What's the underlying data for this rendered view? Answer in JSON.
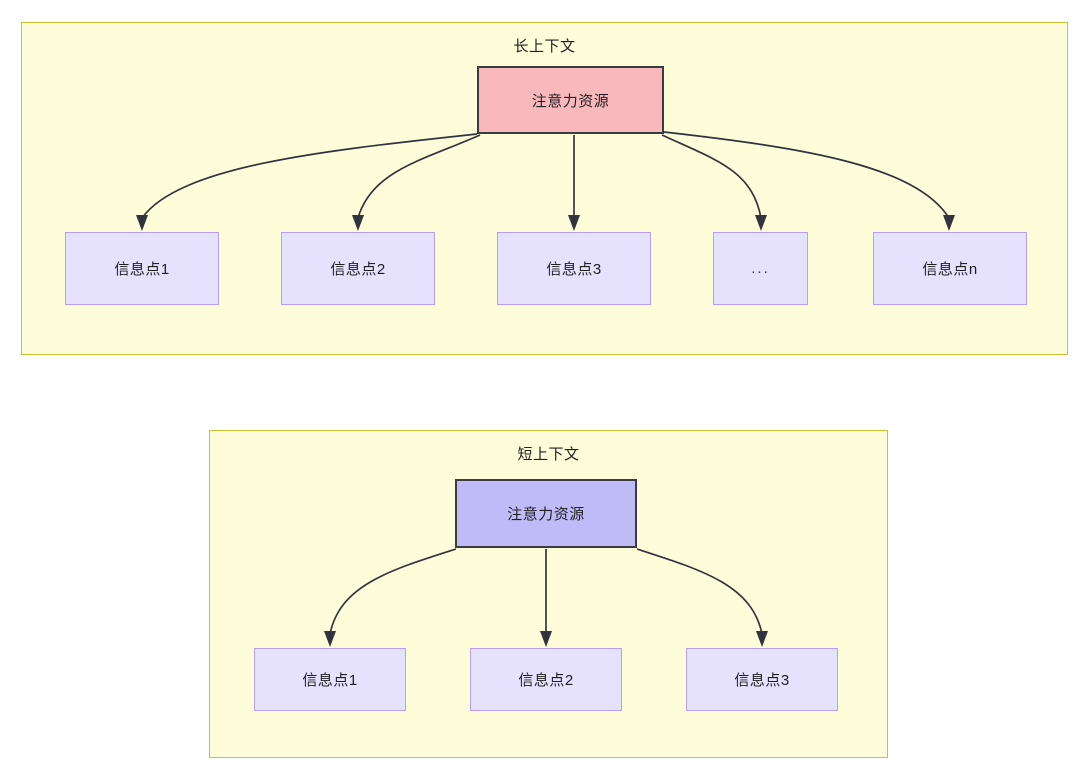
{
  "diagram": {
    "type": "tree-comparison",
    "panels": [
      {
        "id": "long-context",
        "title": "长上下文",
        "root": {
          "label": "注意力资源",
          "fill": "#f9b8bc",
          "stroke": "#3b3b44"
        },
        "leaves": [
          {
            "label": "信息点1"
          },
          {
            "label": "信息点2"
          },
          {
            "label": "信息点3"
          },
          {
            "label": "..."
          },
          {
            "label": "信息点n"
          }
        ],
        "leaf_fill": "#e6e1fc",
        "leaf_stroke": "#b79ef0"
      },
      {
        "id": "short-context",
        "title": "短上下文",
        "root": {
          "label": "注意力资源",
          "fill": "#bfbbf7",
          "stroke": "#3b3b44"
        },
        "leaves": [
          {
            "label": "信息点1"
          },
          {
            "label": "信息点2"
          },
          {
            "label": "信息点3"
          }
        ],
        "leaf_fill": "#e6e1fc",
        "leaf_stroke": "#b79ef0"
      }
    ],
    "colors": {
      "panel_background": "#fdfdd9",
      "panel_border": "#c5c433",
      "edge": "#333340",
      "canvas": "#ffffff"
    }
  }
}
